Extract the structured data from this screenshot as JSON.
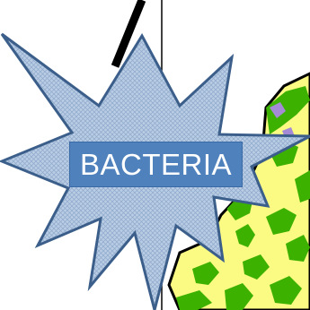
{
  "label": {
    "text": "BACTERIA"
  },
  "colors": {
    "background": "#ffffff",
    "label_box": "#4f81bd",
    "label_text": "#ffffff",
    "starburst_fill": "#b9cde4",
    "starburst_pattern": "#8fa9cb",
    "starburst_outline": "#3b5f8a",
    "map_fill": "#fbfb84",
    "map_vegetation": "#3cb100",
    "map_outline": "#000000",
    "map_purple": "#a58bd6",
    "divider_line": "#000000"
  },
  "icons": [
    "starburst-shape",
    "map-shape",
    "diagonal-stroke",
    "vertical-divider"
  ]
}
